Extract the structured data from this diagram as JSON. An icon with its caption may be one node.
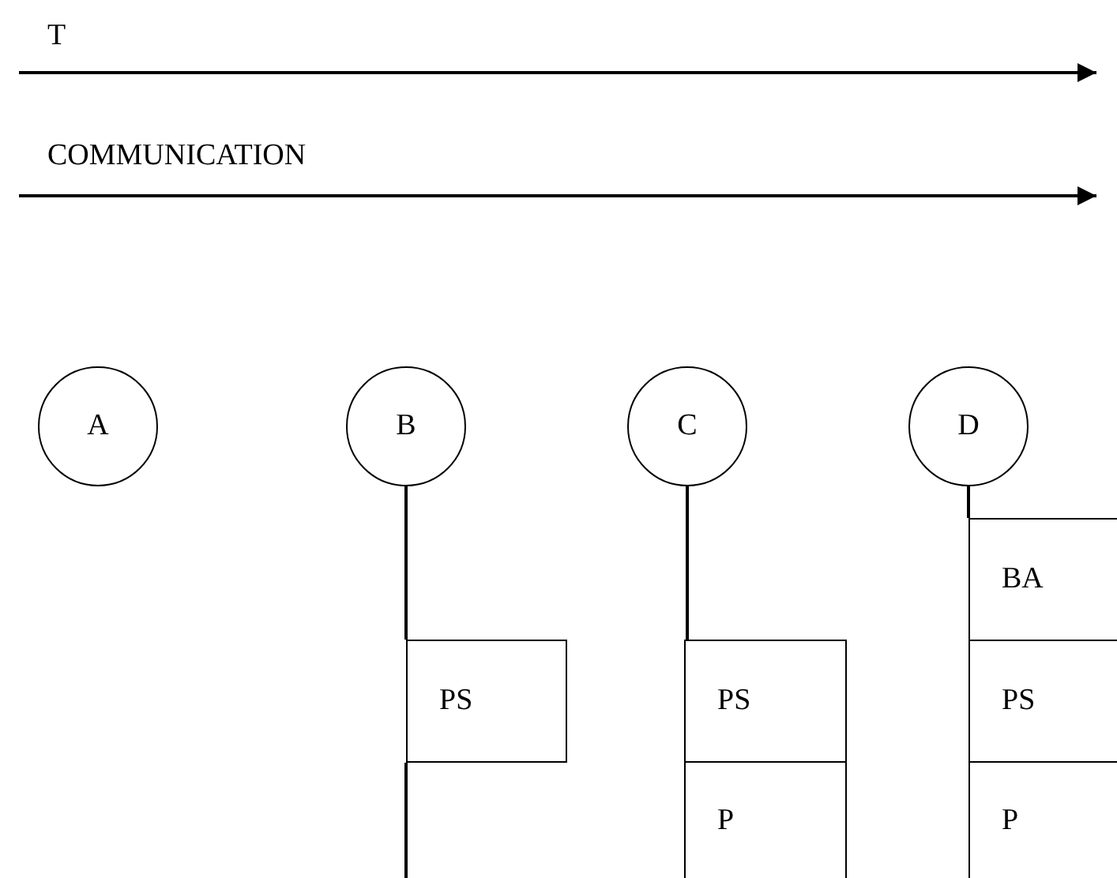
{
  "diagram": {
    "nodes": [
      {
        "text": [
          "A"
        ]
      },
      {
        "text": [
          "B"
        ]
      },
      {
        "text": [
          "C"
        ]
      },
      {
        "text": [
          "D"
        ]
      },
      {
        "text": [
          "PS"
        ]
      },
      {
        "text": [
          "PS"
        ]
      },
      {
        "text": [
          "P"
        ]
      },
      {
        "text": [
          "BA"
        ]
      },
      {
        "text": [
          "PS"
        ]
      },
      {
        "text": [
          "P"
        ]
      }
    ],
    "edges": [
      {
        "from": 1,
        "to": 4,
        "arrow": "none"
      },
      {
        "from": 2,
        "to": 5,
        "arrow": "none"
      },
      {
        "from": 3,
        "to": 7,
        "arrow": "none"
      }
    ],
    "labels": [
      "T",
      "COMMUNICATION"
    ]
  }
}
